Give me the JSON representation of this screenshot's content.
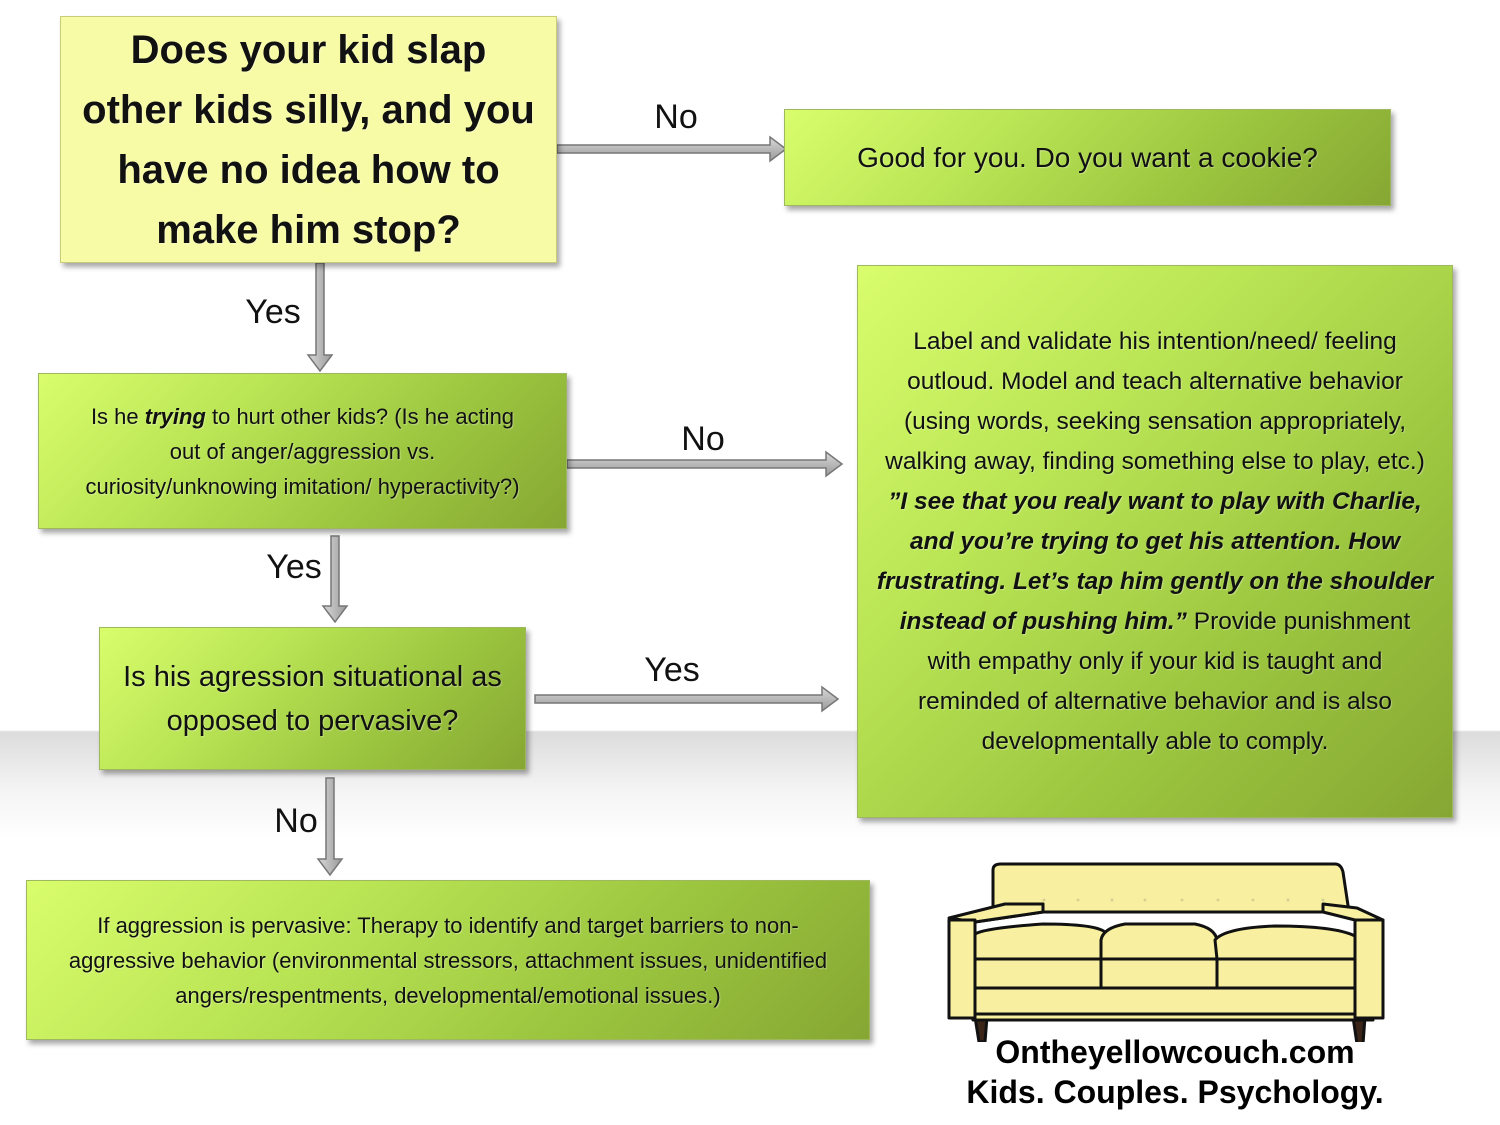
{
  "questions": {
    "q1": "Does your kid slap other kids silly, and you have no idea how to make him stop?",
    "q2_pre": "Is he ",
    "q2_em": "trying",
    "q2_post": " to hurt other kids? (Is he acting out of anger/aggression vs. curiosity/unknowing imitation/ hyperactivity?)",
    "q3": "Is his agression situational as opposed to pervasive?"
  },
  "outcomes": {
    "cookie": "Good for you. Do you want a cookie?",
    "validate_a": "Label and validate his intention/need/ feeling outloud.  Model and teach alternative behavior (using words, seeking sensation appropriately, walking away, finding something else to play, etc.) ",
    "validate_quote": "”I see that you realy want to play with Charlie, and you’re trying to get his attention.  How frustrating.  Let’s tap him gently on the shoulder instead of pushing him.”",
    "validate_b": "  Provide punishment with empathy  only if your kid is taught and reminded of alternative behavior and is also developmentally able to comply.",
    "pervasive": "If aggression is pervasive: Therapy to identify and target barriers to non-aggressive behavior (environmental stressors, attachment issues, unidentified angers/respentments, developmental/emotional issues.)"
  },
  "edges": {
    "q1_no": "No",
    "q1_yes": "Yes",
    "q2_no": "No",
    "q2_yes": "Yes",
    "q3_yes": "Yes",
    "q3_no": "No"
  },
  "brand": {
    "site": "Ontheyellowcouch.com",
    "tagline": "Kids. Couples. Psychology."
  },
  "colors": {
    "yellow_box": "#f8fba6",
    "green_light": "#d9fd6c",
    "green_dark": "#86a733",
    "arrow": "#a8a8a8",
    "couch": "#f8f0a0"
  }
}
